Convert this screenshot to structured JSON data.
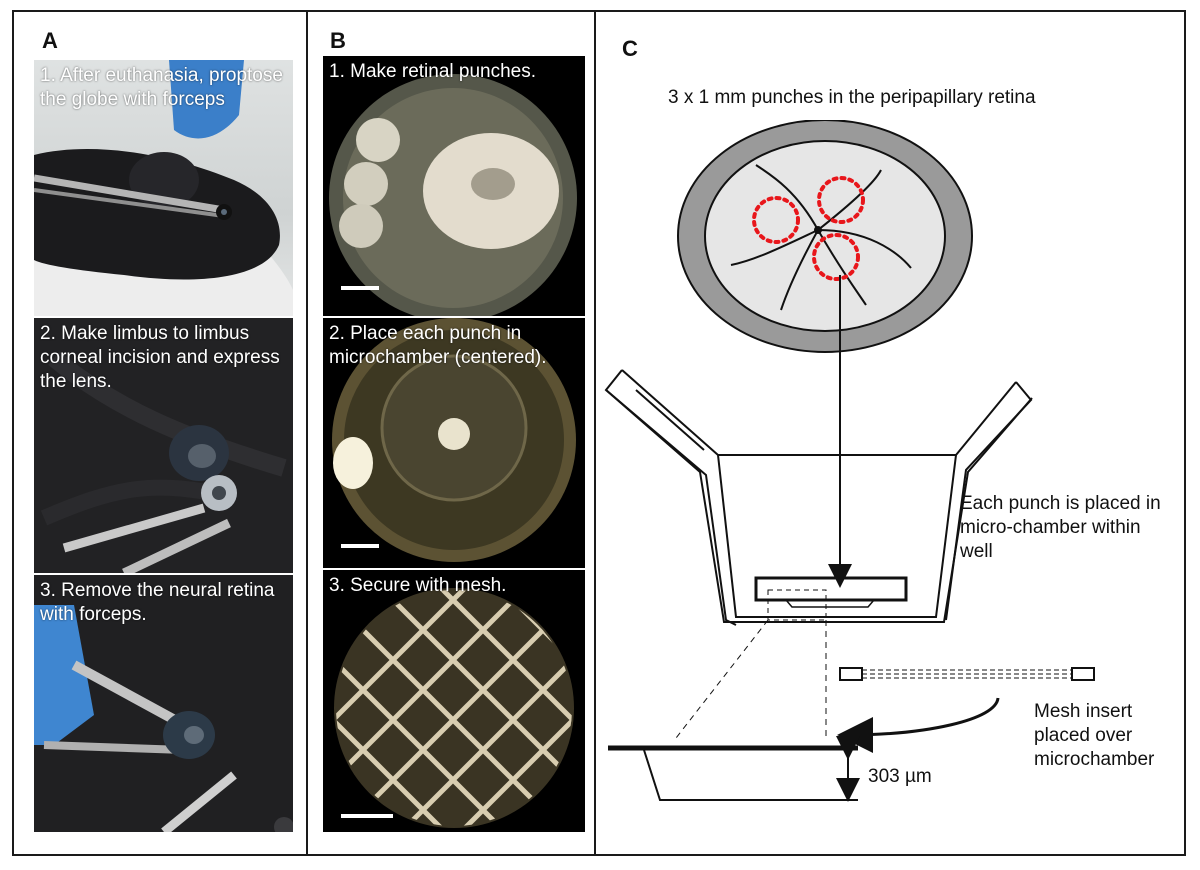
{
  "panels": {
    "a": {
      "letter": "A",
      "steps": [
        "1. After euthanasia, proptose the globe with forceps",
        "2. Make limbus to limbus corneal incision and express the lens.",
        "3. Remove the neural retina with forceps."
      ]
    },
    "b": {
      "letter": "B",
      "steps": [
        "1. Make retinal punches.",
        "2. Place each punch in microchamber (centered).",
        "3. Secure with mesh."
      ]
    },
    "c": {
      "letter": "C",
      "punch_title": "3 x 1 mm punches in the peripapillary retina",
      "punch_note": "Each punch is placed in micro-chamber within well",
      "mesh_note": "Mesh insert placed over microchamber",
      "depth_label": "303 µm"
    }
  },
  "colors": {
    "frame": "#1a1a1a",
    "punch_circle": "#e8161b",
    "retina_ring": "#9a9a9a",
    "retina_fill": "#e6e6e6"
  }
}
